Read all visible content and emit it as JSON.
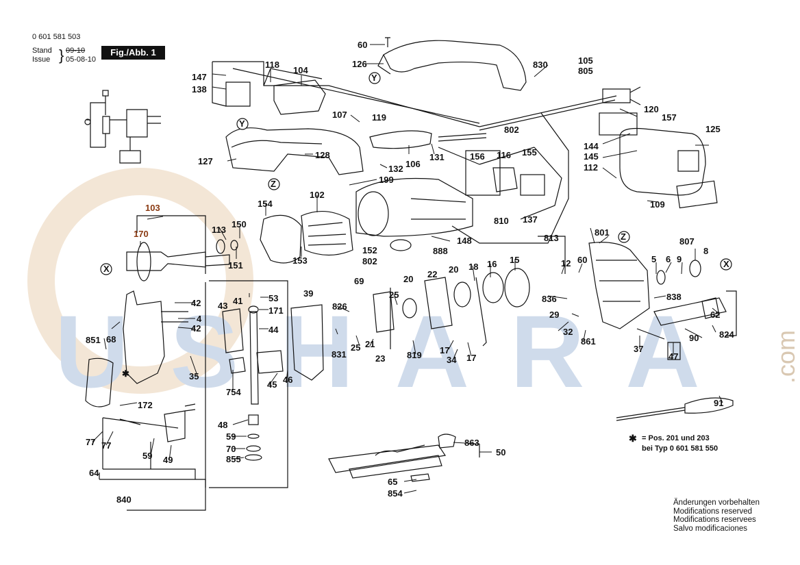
{
  "header": {
    "part_number": "0 601 581 503",
    "stand_label": "Stand",
    "issue_label": "Issue",
    "stand_date_struck": "09-10",
    "issue_date": "05-08-10",
    "figure_label": "Fig./Abb. 1"
  },
  "watermark": {
    "text": "USHARA",
    "suffix": ".com"
  },
  "callouts": [
    "60",
    "126",
    "830",
    "105",
    "805",
    "118",
    "104",
    "147",
    "138",
    "107",
    "119",
    "802",
    "120",
    "157",
    "125",
    "127",
    "128",
    "106",
    "131",
    "116",
    "155",
    "144",
    "145",
    "156",
    "112",
    "132",
    "199",
    "102",
    "154",
    "810",
    "137",
    "109",
    "103",
    "113",
    "150",
    "170",
    "151",
    "152",
    "153",
    "802b",
    "888",
    "148",
    "813",
    "801",
    "807",
    "39",
    "69",
    "20",
    "22",
    "20b",
    "18",
    "16",
    "15",
    "12",
    "60b",
    "5",
    "6",
    "9",
    "8",
    "42",
    "43",
    "41",
    "53",
    "826",
    "25",
    "836",
    "838",
    "4",
    "171",
    "29",
    "62",
    "68",
    "42b",
    "44",
    "831",
    "25b",
    "21",
    "17",
    "17b",
    "32",
    "861",
    "824",
    "23",
    "819",
    "34",
    "37",
    "90",
    "851",
    "35",
    "47",
    "46",
    "45",
    "754",
    "91",
    "172",
    "48",
    "59",
    "77",
    "77b",
    "59b",
    "49",
    "70",
    "863",
    "50",
    "855",
    "64",
    "65",
    "854",
    "840"
  ],
  "footnote": {
    "symbol": "✱",
    "line1": "= Pos. 201 und 203",
    "line2": "bei Typ 0 601 581 550"
  },
  "notice": [
    "Änderungen vorbehalten",
    "Modifications reserved",
    "Modifications reservees",
    "Salvo modificaciones"
  ],
  "colors": {
    "line": "#111111",
    "watermark_orange": "#f3e3cf",
    "watermark_blue": "#c9d6e8",
    "highlight": "#8a3a12"
  }
}
